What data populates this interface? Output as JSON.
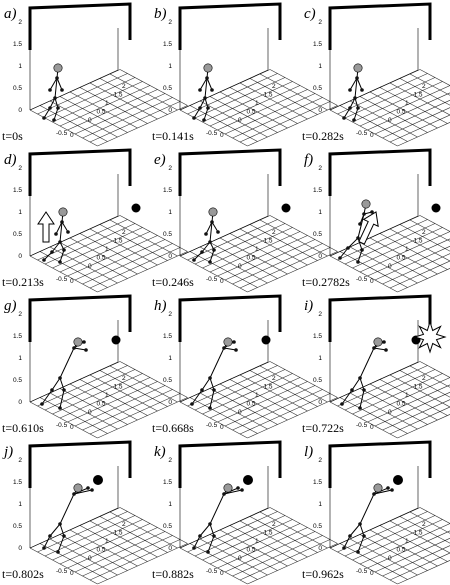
{
  "figure": {
    "panels": [
      {
        "label": "a)",
        "time": "t=0s",
        "pose": "stand",
        "ball": "none",
        "marker": "none"
      },
      {
        "label": "b)",
        "time": "t=0.141s",
        "pose": "stand",
        "ball": "none",
        "marker": "none"
      },
      {
        "label": "c)",
        "time": "t=0.282s",
        "pose": "stand",
        "ball": "none",
        "marker": "none"
      },
      {
        "label": "d)",
        "time": "t=0.213s",
        "pose": "crouch",
        "ball": "free",
        "marker": "up-arrow"
      },
      {
        "label": "e)",
        "time": "t=0.246s",
        "pose": "crouch",
        "ball": "free",
        "marker": "none"
      },
      {
        "label": "f)",
        "time": "t=0.2782s",
        "pose": "reach",
        "ball": "free",
        "marker": "diag-arrow"
      },
      {
        "label": "g)",
        "time": "t=0.610s",
        "pose": "lean",
        "ball": "post",
        "marker": "none"
      },
      {
        "label": "h)",
        "time": "t=0.668s",
        "pose": "lean",
        "ball": "post",
        "marker": "none"
      },
      {
        "label": "i)",
        "time": "t=0.722s",
        "pose": "lean",
        "ball": "post",
        "marker": "star"
      },
      {
        "label": "j)",
        "time": "t=0.802s",
        "pose": "dive",
        "ball": "hand",
        "marker": "none"
      },
      {
        "label": "k)",
        "time": "t=0.882s",
        "pose": "dive",
        "ball": "hand",
        "marker": "none"
      },
      {
        "label": "l)",
        "time": "t=0.962s",
        "pose": "dive",
        "ball": "hand",
        "marker": "none"
      }
    ],
    "axis_ticks": {
      "z": [
        "2",
        "1.5",
        "1",
        "0.5",
        "0"
      ],
      "y": [
        "0",
        "0.5",
        "1",
        "1.5",
        "2"
      ],
      "x": [
        "-0.5",
        "0"
      ]
    },
    "colors": {
      "ink": "#000000",
      "joint": "#111111",
      "head": "#9a9a9a",
      "ball": "#000000",
      "grid": "#333333"
    }
  }
}
